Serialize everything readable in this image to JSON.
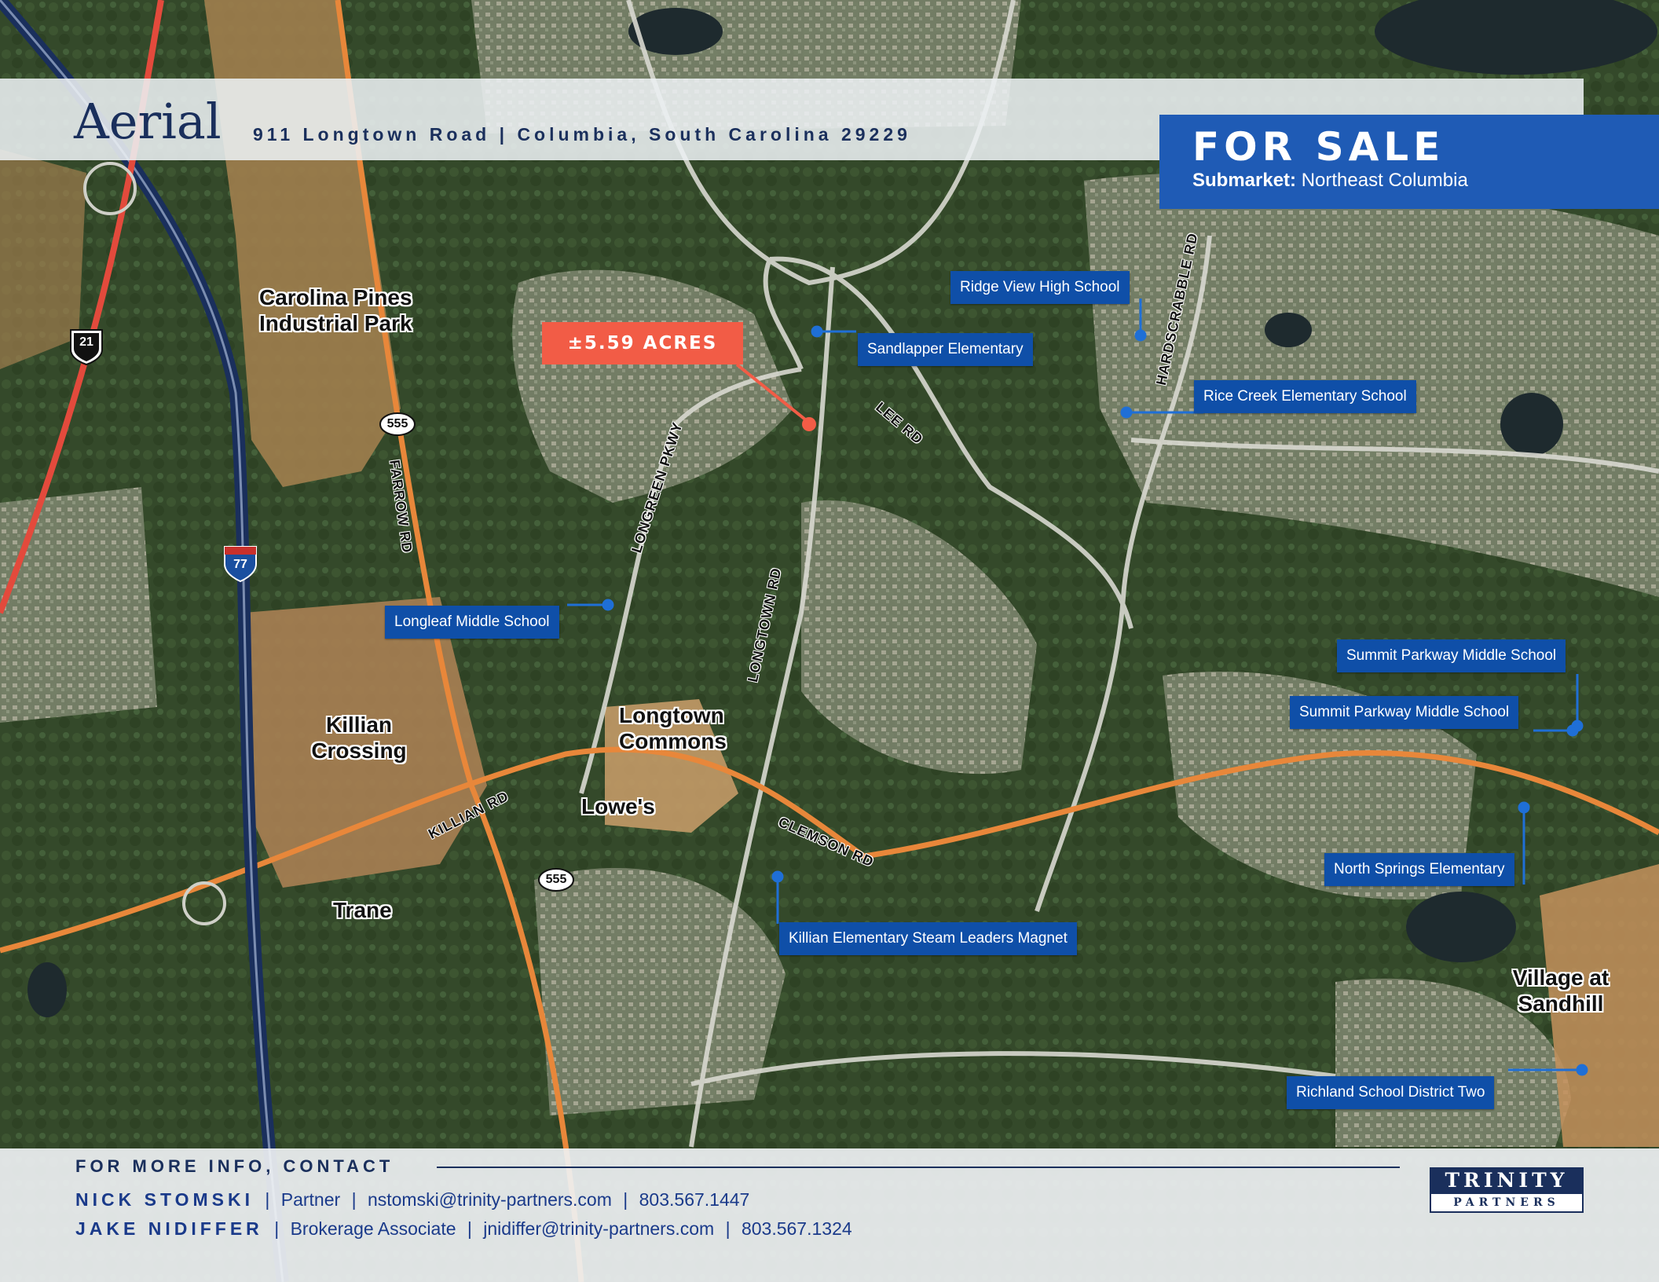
{
  "header": {
    "title": "Aerial",
    "address": "911 Longtown Road | Columbia, South Carolina 29229"
  },
  "badge": {
    "title": "FOR SALE",
    "submarket_label": "Submarket:",
    "submarket_value": "Northeast Columbia"
  },
  "site": {
    "acres": "±5.59 ACRES"
  },
  "places": {
    "carolina_pines_1": "Carolina Pines",
    "carolina_pines_2": "Industrial Park",
    "killian_1": "Killian",
    "killian_2": "Crossing",
    "longtown_1": "Longtown",
    "longtown_2": "Commons",
    "lowes": "Lowe's",
    "trane": "Trane",
    "village_1": "Village at",
    "village_2": "Sandhill"
  },
  "roads": {
    "longreen": "LONGREEN PKWY",
    "longtown": "LONGTOWN RD",
    "lee": "LEE RD",
    "hardscrabble": "HARDSCRABBLE RD",
    "farrow": "FARROW RD",
    "killian": "KILLIAN RD",
    "clemson": "CLEMSON RD"
  },
  "shields": {
    "us21": "21",
    "i77": "77",
    "sc555_north": "555",
    "sc555_south": "555"
  },
  "schools": {
    "ridge_view": "Ridge View High School",
    "sandlapper": "Sandlapper Elementary",
    "rice_creek": "Rice Creek Elementary School",
    "longleaf": "Longleaf Middle School",
    "summit_1": "Summit Parkway Middle School",
    "summit_2": "Summit Parkway Middle School",
    "north_springs": "North Springs Elementary",
    "killian_elem": "Killian Elementary Steam Leaders Magnet",
    "richland": "Richland School District Two"
  },
  "footer": {
    "heading": "FOR MORE INFO, CONTACT",
    "contacts": [
      {
        "name": "NICK STOMSKI",
        "title": "Partner",
        "email": "nstomski@trinity-partners.com",
        "phone": "803.567.1447"
      },
      {
        "name": "JAKE NIDIFFER",
        "title": "Brokerage Associate",
        "email": "jnidiffer@trinity-partners.com",
        "phone": "803.567.1324"
      }
    ],
    "logo_top": "TRINITY",
    "logo_bottom": "PARTNERS"
  },
  "colors": {
    "navy": "#1a2f5c",
    "callout_blue": "#0f4fa8",
    "badge_blue": "#1f5bb5",
    "site_marker": "#f25c46",
    "major_road_orange": "#e8873a",
    "us21_red": "#e34a3c"
  }
}
